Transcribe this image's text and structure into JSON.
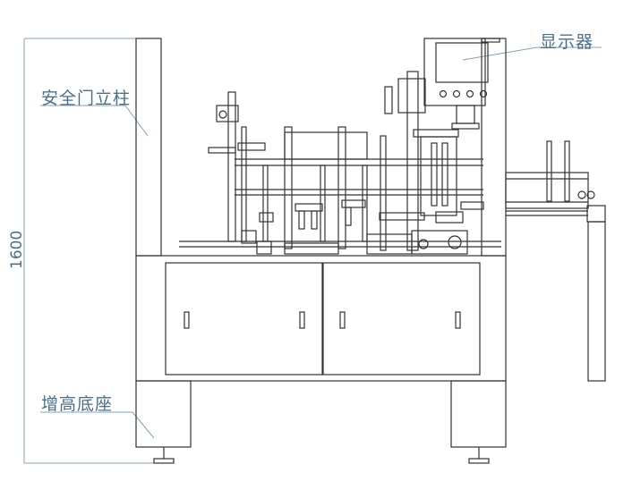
{
  "labels": {
    "safety_door_post": "安全门立柱",
    "display": "显示器",
    "raised_base": "增高底座"
  },
  "dimension": {
    "height_value": "1600"
  },
  "colors": {
    "line": "#333333",
    "leader": "#7fa3bf",
    "text": "#4a6f8a"
  }
}
